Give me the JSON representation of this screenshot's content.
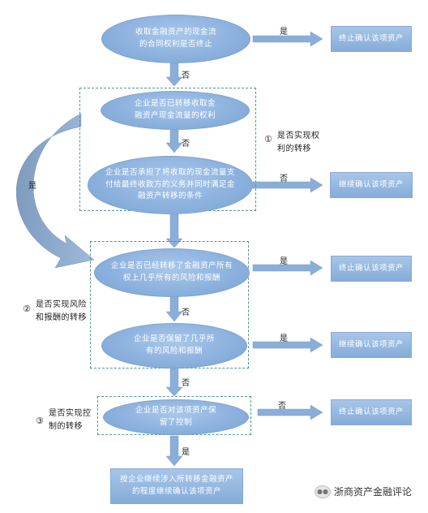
{
  "nodes": {
    "q_contract_end": "收取金融资产的现金流\n的合同权利是否终止",
    "q_transfer_right": "企业是否已转移收取金\n融资产现金流量的权利",
    "q_pass_through": "企业是否承担了将收取的现金流量支\n付给最终收款方的义务并同时满足金\n融资产转移的条件",
    "q_transfer_risk": "企业是否已经转移了金融资产所有\n权上几乎所有的风险和报酬",
    "q_retain_risk": "企业是否保留了几乎所\n有的风险和报酬",
    "q_retain_control": "企业是否对该项资产保\n留了控制",
    "r_continuing": "按企业继续涉入所转移金融资产\n的程度继续确认该项资产",
    "r_derecognize_1": "终止确认该项资产",
    "r_continue_1": "继续确认该项资产",
    "r_derecognize_2": "终止确认该项资产",
    "r_continue_2": "继续确认该项资产",
    "r_derecognize_3": "终止确认该项资产"
  },
  "edge_labels": {
    "e1": "是",
    "e2": "否",
    "e3": "否",
    "e4": "否",
    "e5": "是",
    "e6": "是",
    "e7": "否",
    "e8": "是",
    "e9": "否",
    "e10": "否",
    "e11": "是"
  },
  "side_notes": {
    "s1_num": "①",
    "s1_text": "是否实现权\n利的转移",
    "s2_num": "②",
    "s2_text": "是否实现风险\n和报酬的转移",
    "s3_num": "③",
    "s3_text": "是否实现控\n制的转移"
  },
  "watermark": "浙商资产金融评论",
  "colors": {
    "shape_fill": "#8db2de",
    "arrow_fill": "#8aaed8",
    "dashed_border": "#4e9a8f",
    "text": "#222222"
  }
}
